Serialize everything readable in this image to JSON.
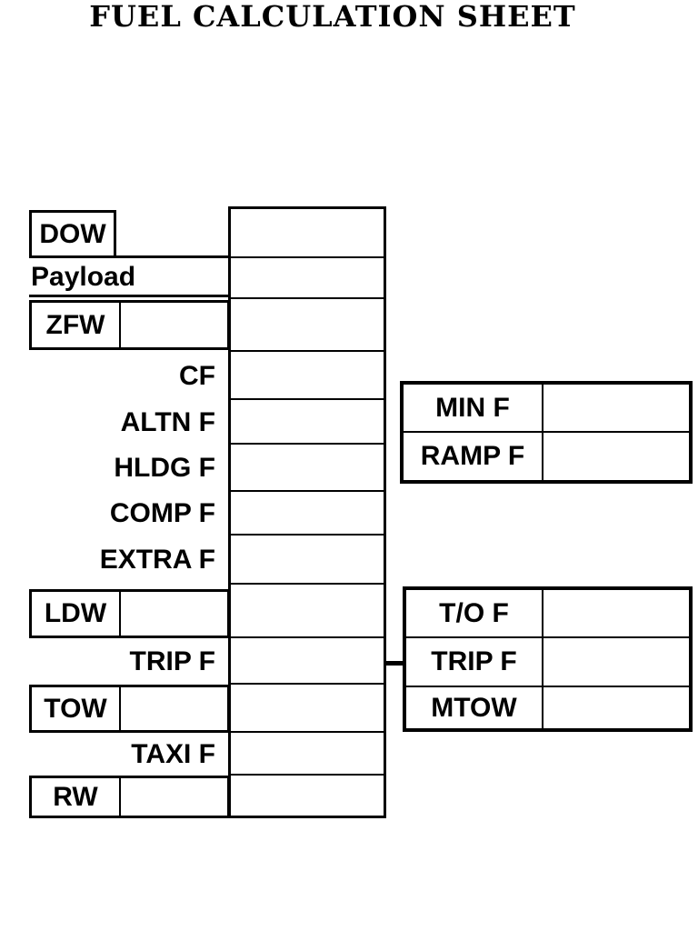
{
  "title": "FUEL CALCULATION SHEET",
  "colors": {
    "ink": "#000000",
    "paper": "#ffffff"
  },
  "left_table": {
    "rows": [
      {
        "label": "DOW",
        "value": ""
      },
      {
        "label": "Payload",
        "value": ""
      },
      {
        "label": "ZFW",
        "value": ""
      },
      {
        "label": "CF",
        "value": ""
      },
      {
        "label": "ALTN F",
        "value": ""
      },
      {
        "label": "HLDG F",
        "value": ""
      },
      {
        "label": "COMP F",
        "value": ""
      },
      {
        "label": "EXTRA F",
        "value": ""
      },
      {
        "label": "LDW",
        "value": ""
      },
      {
        "label": "TRIP F",
        "value": ""
      },
      {
        "label": "TOW",
        "value": ""
      },
      {
        "label": "TAXI F",
        "value": ""
      },
      {
        "label": "RW",
        "value": ""
      }
    ]
  },
  "min_ramp_table": {
    "rows": [
      {
        "label": "MIN F",
        "value": ""
      },
      {
        "label": "RAMP F",
        "value": ""
      }
    ]
  },
  "takeoff_table": {
    "rows": [
      {
        "label": "T/O F",
        "value": ""
      },
      {
        "label": "TRIP F",
        "value": ""
      },
      {
        "label": "MTOW",
        "value": ""
      }
    ]
  }
}
